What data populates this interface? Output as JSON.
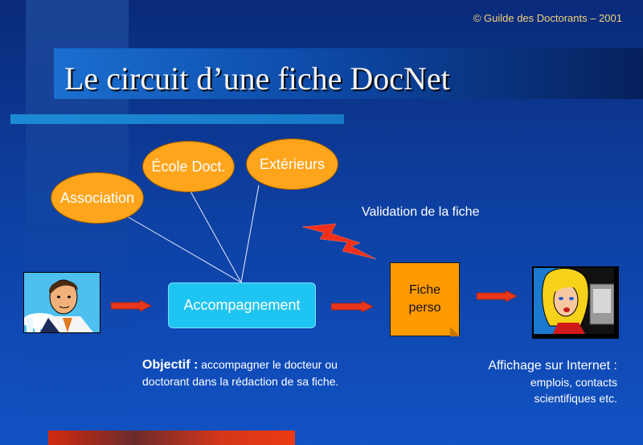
{
  "header": {
    "copyright": "© Guilde des Doctorants – 2001",
    "title": "Le circuit d’une fiche DocNet"
  },
  "diagram": {
    "ovals": {
      "association": "Association",
      "ecole": "École Doct.",
      "exterieurs": "Extérieurs"
    },
    "accompagnement": "Accompagnement",
    "fiche": {
      "line1": "Fiche",
      "line2": "perso"
    },
    "validation": "Validation de la fiche"
  },
  "notes": {
    "objectif_label": "Objectif :",
    "objectif_text": "accompagner le docteur ou doctorant dans la rédaction de sa fiche.",
    "affichage_label": "Affichage sur Internet :",
    "affichage_line1": "emplois, contacts",
    "affichage_line2": "scientifiques etc."
  },
  "colors": {
    "oval_fill": "#ffa51c",
    "accompagnement_fill": "#1ec4f2",
    "fiche_fill": "#ff9a00",
    "arrow_red": "#e8361a",
    "copyright_text": "#f2d27a"
  }
}
